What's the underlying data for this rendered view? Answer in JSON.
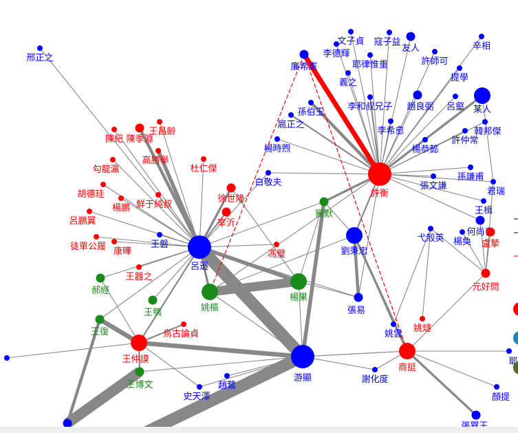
{
  "colors": {
    "red": "#ff0000",
    "blue": "#0000ff",
    "green": "#1a8a1a",
    "edge": "#888888",
    "highlight": "#ff0000",
    "legend_teal": "#1b87b5",
    "legend_olive": "#556b2f",
    "bg": "#ffffff"
  },
  "nodes": [
    {
      "id": "n1",
      "label": "邢正之",
      "color": "blue",
      "size": "s"
    },
    {
      "id": "n2",
      "label": "陳紀",
      "color": "red",
      "size": "s"
    },
    {
      "id": "n3",
      "label": "陳季淵",
      "color": "red",
      "size": "m"
    },
    {
      "id": "n4",
      "label": "王昌齡",
      "color": "red",
      "size": "s"
    },
    {
      "id": "n5",
      "label": "高勝擧",
      "color": "red",
      "size": "s"
    },
    {
      "id": "n6",
      "label": "勾龍瀛",
      "color": "red",
      "size": "s"
    },
    {
      "id": "n7",
      "label": "杜仁傑",
      "color": "red",
      "size": "s"
    },
    {
      "id": "n8",
      "label": "胡德珪",
      "color": "red",
      "size": "s"
    },
    {
      "id": "n9",
      "label": "楊鵬",
      "color": "red",
      "size": "s"
    },
    {
      "id": "n10",
      "label": "鮮于純叔",
      "color": "red",
      "size": "s"
    },
    {
      "id": "n11",
      "label": "呂鵬翼",
      "color": "red",
      "size": "s"
    },
    {
      "id": "n12",
      "label": "徒單公履",
      "color": "red",
      "size": "s"
    },
    {
      "id": "n13",
      "label": "康曄",
      "color": "red",
      "size": "s"
    },
    {
      "id": "n14",
      "label": "王磐",
      "color": "blue",
      "size": "s"
    },
    {
      "id": "n15",
      "label": "呂遜",
      "color": "blue",
      "size": "xl"
    },
    {
      "id": "n16",
      "label": "徐世隆",
      "color": "red",
      "size": "m"
    },
    {
      "id": "n17",
      "label": "宰沂",
      "color": "red",
      "size": "m"
    },
    {
      "id": "n18",
      "label": "郝經",
      "color": "green",
      "size": "m"
    },
    {
      "id": "n19",
      "label": "王器之",
      "color": "red",
      "size": "s"
    },
    {
      "id": "n20",
      "label": "王鶚",
      "color": "green",
      "size": "m"
    },
    {
      "id": "n21",
      "label": "姚樞",
      "color": "green",
      "size": "l"
    },
    {
      "id": "n22",
      "label": "楊果",
      "color": "green",
      "size": "l"
    },
    {
      "id": "n23",
      "label": "王復",
      "color": "green",
      "size": "m"
    },
    {
      "id": "n24",
      "label": "烏古論貞",
      "color": "red",
      "size": "s"
    },
    {
      "id": "n25",
      "label": "王仲謨",
      "color": "red",
      "size": "l"
    },
    {
      "id": "n26",
      "label": "王博文",
      "color": "green",
      "size": "m"
    },
    {
      "id": "n27",
      "label": "游顯",
      "color": "blue",
      "size": "xl"
    },
    {
      "id": "n28",
      "label": "趙鷺",
      "color": "blue",
      "size": "s"
    },
    {
      "id": "n29",
      "label": "史天澤",
      "color": "blue",
      "size": "s"
    },
    {
      "id": "n30",
      "label": "馮璧",
      "color": "red",
      "size": "s"
    },
    {
      "id": "n31",
      "label": "竇默",
      "color": "green",
      "size": "m"
    },
    {
      "id": "n32",
      "label": "劉秉忠",
      "color": "blue",
      "size": "l"
    },
    {
      "id": "n33",
      "label": "張易",
      "color": "blue",
      "size": "m"
    },
    {
      "id": "n34",
      "label": "白敬夫",
      "color": "blue",
      "size": "s"
    },
    {
      "id": "n35",
      "label": "楊時煦",
      "color": "blue",
      "size": "s"
    },
    {
      "id": "n36",
      "label": "扈正之",
      "color": "blue",
      "size": "s"
    },
    {
      "id": "n37",
      "label": "孫伯玉",
      "color": "blue",
      "size": "s"
    },
    {
      "id": "n38",
      "label": "廉希憲",
      "color": "blue",
      "size": "m"
    },
    {
      "id": "n39",
      "label": "李德輝",
      "color": "blue",
      "size": "s"
    },
    {
      "id": "n40",
      "label": "文子貞",
      "color": "blue",
      "size": "s"
    },
    {
      "id": "n41",
      "label": "寇子益",
      "color": "blue",
      "size": "s"
    },
    {
      "id": "n42",
      "label": "耶律惟重",
      "color": "blue",
      "size": "s"
    },
    {
      "id": "n43",
      "label": "義之",
      "color": "blue",
      "size": "s"
    },
    {
      "id": "n44",
      "label": "李和叔兄子",
      "color": "blue",
      "size": "s"
    },
    {
      "id": "n45",
      "label": "李希愈",
      "color": "blue",
      "size": "s"
    },
    {
      "id": "n46",
      "label": "許衡",
      "color": "red",
      "size": "xl"
    },
    {
      "id": "n47",
      "label": "友人",
      "color": "blue",
      "size": "m"
    },
    {
      "id": "n48",
      "label": "許師可",
      "color": "blue",
      "size": "s"
    },
    {
      "id": "n49",
      "label": "辛相",
      "color": "blue",
      "size": "s"
    },
    {
      "id": "n50",
      "label": "提學",
      "color": "blue",
      "size": "s"
    },
    {
      "id": "n51",
      "label": "趙良弼",
      "color": "blue",
      "size": "m"
    },
    {
      "id": "n52",
      "label": "呂壑",
      "color": "blue",
      "size": "s"
    },
    {
      "id": "n53",
      "label": "某人",
      "color": "blue",
      "size": "l"
    },
    {
      "id": "n54",
      "label": "韓邦傑",
      "color": "blue",
      "size": "s"
    },
    {
      "id": "n55",
      "label": "許仲常",
      "color": "blue",
      "size": "s"
    },
    {
      "id": "n56",
      "label": "楊恭懿",
      "color": "blue",
      "size": "s"
    },
    {
      "id": "n57",
      "label": "孫謙甫",
      "color": "blue",
      "size": "s"
    },
    {
      "id": "n58",
      "label": "張文謙",
      "color": "blue",
      "size": "s"
    },
    {
      "id": "n59",
      "label": "君瑞",
      "color": "blue",
      "size": "s"
    },
    {
      "id": "n60",
      "label": "王楫",
      "color": "blue",
      "size": "s"
    },
    {
      "id": "n61",
      "label": "何尚書",
      "color": "blue",
      "size": "m"
    },
    {
      "id": "n62",
      "label": "楊奐",
      "color": "blue",
      "size": "s"
    },
    {
      "id": "n63",
      "label": "盧摯",
      "color": "red",
      "size": "m"
    },
    {
      "id": "n64",
      "label": "弋殼英",
      "color": "blue",
      "size": "s"
    },
    {
      "id": "n65",
      "label": "元好問",
      "color": "red",
      "size": "m"
    },
    {
      "id": "n66",
      "label": "姚燧",
      "color": "red",
      "size": "s"
    },
    {
      "id": "n67",
      "label": "姚雲",
      "color": "blue",
      "size": "s"
    },
    {
      "id": "n68",
      "label": "商挺",
      "color": "red",
      "size": "l"
    },
    {
      "id": "n69",
      "label": "謝化度",
      "color": "blue",
      "size": "s"
    },
    {
      "id": "n70",
      "label": "顏提",
      "color": "blue",
      "size": "s"
    },
    {
      "id": "n71",
      "label": "張巽王",
      "color": "blue",
      "size": "m"
    },
    {
      "id": "n72",
      "label": "耶",
      "color": "blue",
      "size": "s"
    },
    {
      "id": "n73",
      "label": "",
      "color": "blue",
      "size": "m"
    },
    {
      "id": "n74",
      "label": "",
      "color": "blue",
      "size": "m"
    },
    {
      "id": "n75",
      "label": "",
      "color": "blue",
      "size": "s"
    }
  ],
  "edges": [
    [
      "n15",
      "n27",
      16
    ],
    [
      "n15",
      "n21",
      3
    ],
    [
      "n15",
      "n22",
      5
    ],
    [
      "n15",
      "n25",
      2
    ],
    [
      "n15",
      "n5",
      5
    ],
    [
      "n15",
      "n3",
      4
    ],
    [
      "n15",
      "n1",
      1
    ],
    [
      "n15",
      "n2",
      1
    ],
    [
      "n15",
      "n4",
      1
    ],
    [
      "n15",
      "n6",
      1
    ],
    [
      "n15",
      "n7",
      1
    ],
    [
      "n15",
      "n8",
      1
    ],
    [
      "n15",
      "n9",
      1
    ],
    [
      "n15",
      "n10",
      1
    ],
    [
      "n15",
      "n11",
      1
    ],
    [
      "n15",
      "n12",
      1
    ],
    [
      "n15",
      "n13",
      1
    ],
    [
      "n15",
      "n14",
      1
    ],
    [
      "n15",
      "n16",
      3
    ],
    [
      "n15",
      "n17",
      2
    ],
    [
      "n15",
      "n18",
      1
    ],
    [
      "n15",
      "n19",
      1
    ],
    [
      "n15",
      "n20",
      1
    ],
    [
      "n15",
      "n31",
      1
    ],
    [
      "n15",
      "n30",
      1
    ],
    [
      "n15",
      "n33",
      1
    ],
    [
      "n15",
      "n23",
      1
    ],
    [
      "n15",
      "n34",
      1
    ],
    [
      "n21",
      "n22",
      12
    ],
    [
      "n21",
      "n27",
      1
    ],
    [
      "n21",
      "n46",
      1
    ],
    [
      "n21",
      "n32",
      1
    ],
    [
      "n22",
      "n27",
      1
    ],
    [
      "n22",
      "n31",
      1
    ],
    [
      "n22",
      "n33",
      1
    ],
    [
      "n22",
      "n16",
      1
    ],
    [
      "n25",
      "n27",
      6
    ],
    [
      "n25",
      "n26",
      2
    ],
    [
      "n25",
      "n23",
      6
    ],
    [
      "n25",
      "n24",
      2
    ],
    [
      "n25",
      "n18",
      1
    ],
    [
      "n25",
      "n29",
      1
    ],
    [
      "n25",
      "n75",
      1
    ],
    [
      "n27",
      "n31",
      5
    ],
    [
      "n27",
      "n29",
      1
    ],
    [
      "n27",
      "n28",
      1
    ],
    [
      "n27",
      "n68",
      1
    ],
    [
      "n27",
      "n74",
      16
    ],
    [
      "n27",
      "n26",
      1
    ],
    [
      "n27",
      "n69",
      1
    ],
    [
      "n26",
      "n73",
      14
    ],
    [
      "n23",
      "n73",
      4
    ],
    [
      "n46",
      "n38",
      6
    ],
    [
      "n46",
      "n37",
      4
    ],
    [
      "n46",
      "n36",
      2
    ],
    [
      "n46",
      "n35",
      1
    ],
    [
      "n46",
      "n45",
      1
    ],
    [
      "n46",
      "n44",
      2
    ],
    [
      "n46",
      "n43",
      1
    ],
    [
      "n46",
      "n42",
      1
    ],
    [
      "n46",
      "n39",
      1
    ],
    [
      "n46",
      "n40",
      1
    ],
    [
      "n46",
      "n41",
      1
    ],
    [
      "n46",
      "n47",
      1
    ],
    [
      "n46",
      "n48",
      1
    ],
    [
      "n46",
      "n49",
      1
    ],
    [
      "n46",
      "n50",
      1
    ],
    [
      "n46",
      "n51",
      1
    ],
    [
      "n46",
      "n52",
      1
    ],
    [
      "n46",
      "n53",
      3
    ],
    [
      "n46",
      "n54",
      1
    ],
    [
      "n46",
      "n55",
      1
    ],
    [
      "n46",
      "n56",
      1
    ],
    [
      "n46",
      "n57",
      1
    ],
    [
      "n46",
      "n58",
      1
    ],
    [
      "n46",
      "n59",
      1
    ],
    [
      "n46",
      "n60",
      1
    ],
    [
      "n46",
      "n61",
      1
    ],
    [
      "n46",
      "n31",
      3
    ],
    [
      "n46",
      "n32",
      2
    ],
    [
      "n46",
      "n34",
      1
    ],
    [
      "n46",
      "n33",
      1
    ],
    [
      "n32",
      "n33",
      4
    ],
    [
      "n32",
      "n68",
      3
    ],
    [
      "n32",
      "n67",
      1
    ],
    [
      "n32",
      "n31",
      1
    ],
    [
      "n68",
      "n70",
      1
    ],
    [
      "n68",
      "n71",
      3
    ],
    [
      "n68",
      "n72",
      1
    ],
    [
      "n68",
      "n65",
      1
    ],
    [
      "n68",
      "n69",
      1
    ],
    [
      "n68",
      "n27",
      1
    ],
    [
      "n65",
      "n61",
      1
    ],
    [
      "n65",
      "n62",
      1
    ],
    [
      "n65",
      "n64",
      1
    ],
    [
      "n65",
      "n63",
      1
    ],
    [
      "n64",
      "n66",
      1
    ],
    [
      "n64",
      "n67",
      1
    ],
    [
      "n59",
      "n65",
      1
    ],
    [
      "n53",
      "n59",
      1
    ]
  ],
  "highlight_edges": [
    {
      "from": "n38",
      "to": "n46",
      "style": "solid"
    },
    {
      "from": "n38",
      "to": "n21",
      "style": "dashed"
    },
    {
      "from": "n38",
      "to": "n68",
      "style": "dashed"
    }
  ]
}
